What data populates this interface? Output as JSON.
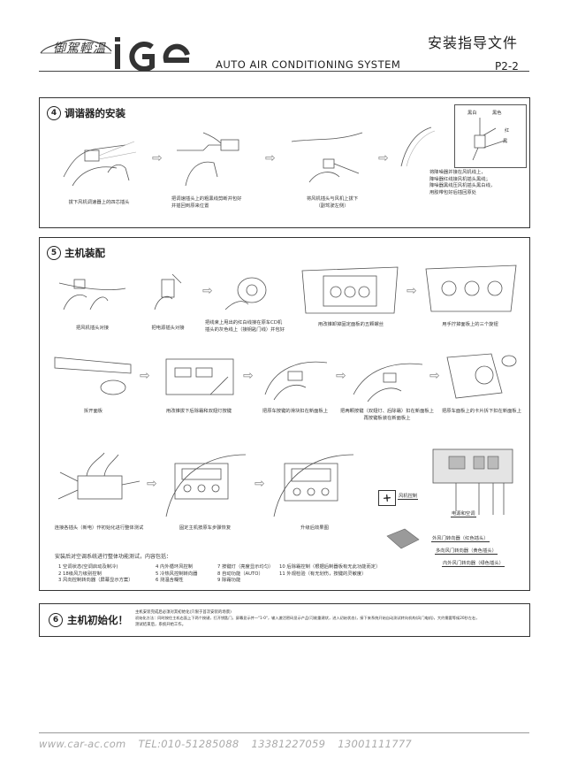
{
  "header": {
    "brand_script": "御駕輕溫",
    "logo_text": "ige",
    "subtitle": "AUTO AIR CONDITIONING SYSTEM",
    "doc_title": "安装指导文件",
    "page_no": "P2-2"
  },
  "section4": {
    "number": "4",
    "title": "调谐器的安装",
    "captions": [
      "拔下风机调速器上的四芯插头",
      "把调速插头上的粗黑线剪断并包好\n并插回到原来位置",
      "将风机插头与风机上拔下\n（副驾驶左侧）",
      "将降噪器并接在风机线上，\n降噪器红线接风机插头黑线；\n降噪器黑线压风机插头黑白线，\n用胶带包好后插回原处"
    ],
    "callouts": [
      "黑白",
      "黑色",
      "红",
      "黑"
    ]
  },
  "section5": {
    "number": "5",
    "title": "主机装配",
    "row1_captions": [
      "把风机插头对接",
      "把电源插头对接",
      "把线束上甩出的红白线接在原车CD机\n插头的灰色线上（接钥匙门线）并包好",
      "用改锥卸掉固定面板的五颗螺丝",
      "用手拧掉面板上的三个旋钮"
    ],
    "row2_captions": [
      "拆开面板",
      "用改锥拔下后除霜和双翅灯按键",
      "把原车按键的滑块扣在新面板上",
      "把两颗按键（双翅灯、后除霜）扣在新面板上\n再按键板装在新面板上",
      "把原车面板上的卡片拆下扣在新面板上"
    ],
    "row3_captions": [
      "连接各插头（新电）作初始化进行整体测试",
      "固定主机按原车步骤恢复",
      "升级后效果图"
    ],
    "labels": {
      "fan_control": "风机控制",
      "power": "电源和空调",
      "outer_loop": "外风门转向器（红色插头）",
      "mode_door": "多向风门转向器（黄色插头）",
      "inner_loop": "内外风门转向器（绿色插头）"
    },
    "function_intro": "安装后对空调系统进行整体功能测试，内容包括：",
    "functions": [
      [
        "1 空调状态(空调启动及制冷)",
        "4 内外循环风控制",
        "7 按键灯（亮度显示均匀）",
        "10 后除霜控制（根据后制器板有无此功能而定）"
      ],
      [
        "2 18级风力级别控制",
        "5 冷热风控制转向器",
        "8 自动功能（AUTO）",
        "11 外观检验（有无划伤，按键的灵敏度）"
      ],
      [
        "3 风向控制转向器（屏幕显示方案）",
        "6 测温含糊性",
        "9 除霜功能",
        ""
      ]
    ]
  },
  "section6": {
    "number": "6",
    "title": "主机初始化！",
    "lines": [
      "主机安装完成后必须对其初始化(只限于首次安装的场景)",
      "初始化方法：同时按住主机右面上下两个按键，打开钥匙门，屏幕显示并一\"1-0\"，输入激活密码显示产品(可能重建状，进入初始状态)，接下来系统开始自动测试转向机构(风门电机)，大约需要等候20秒左右，",
      "测试结束后，系统开始工作。"
    ]
  },
  "footer": {
    "website": "www.car-ac.com",
    "tel": "TEL:010-51285088",
    "phone1": "13381227059",
    "phone2": "13001111777"
  }
}
